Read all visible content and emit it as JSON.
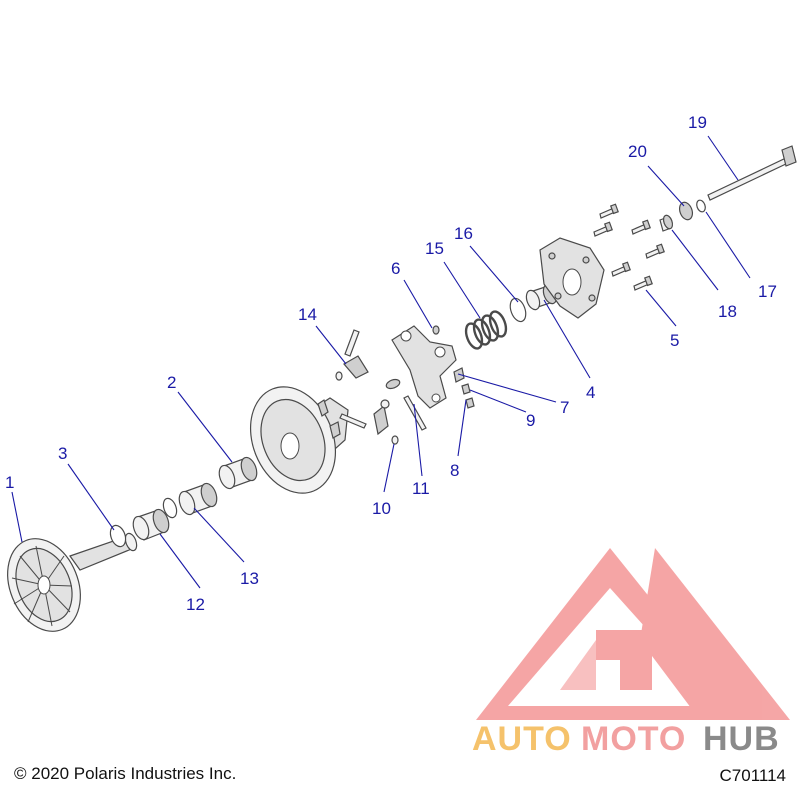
{
  "callouts": {
    "c1": "1",
    "c2": "2",
    "c3": "3",
    "c4": "4",
    "c5": "5",
    "c6": "6",
    "c7": "7",
    "c8": "8",
    "c9": "9",
    "c10": "10",
    "c11": "11",
    "c12": "12",
    "c13": "13",
    "c14": "14",
    "c15": "15",
    "c16": "16",
    "c17": "17",
    "c18": "18",
    "c19": "19",
    "c20": "20"
  },
  "watermark": {
    "auto": "AUTO",
    "moto": "MOTO",
    "hub": "HUB",
    "auto_color": "#f5c26b",
    "moto_color": "#f2a0a0",
    "hub_color": "#8a8a8a",
    "logo_color": "#ef6b6b"
  },
  "footer": {
    "copyright": "© 2020 Polaris Industries Inc.",
    "figure_code": "C701114"
  },
  "colors": {
    "callout": "#1a1aa6",
    "line_art": "#4a4a4a"
  }
}
